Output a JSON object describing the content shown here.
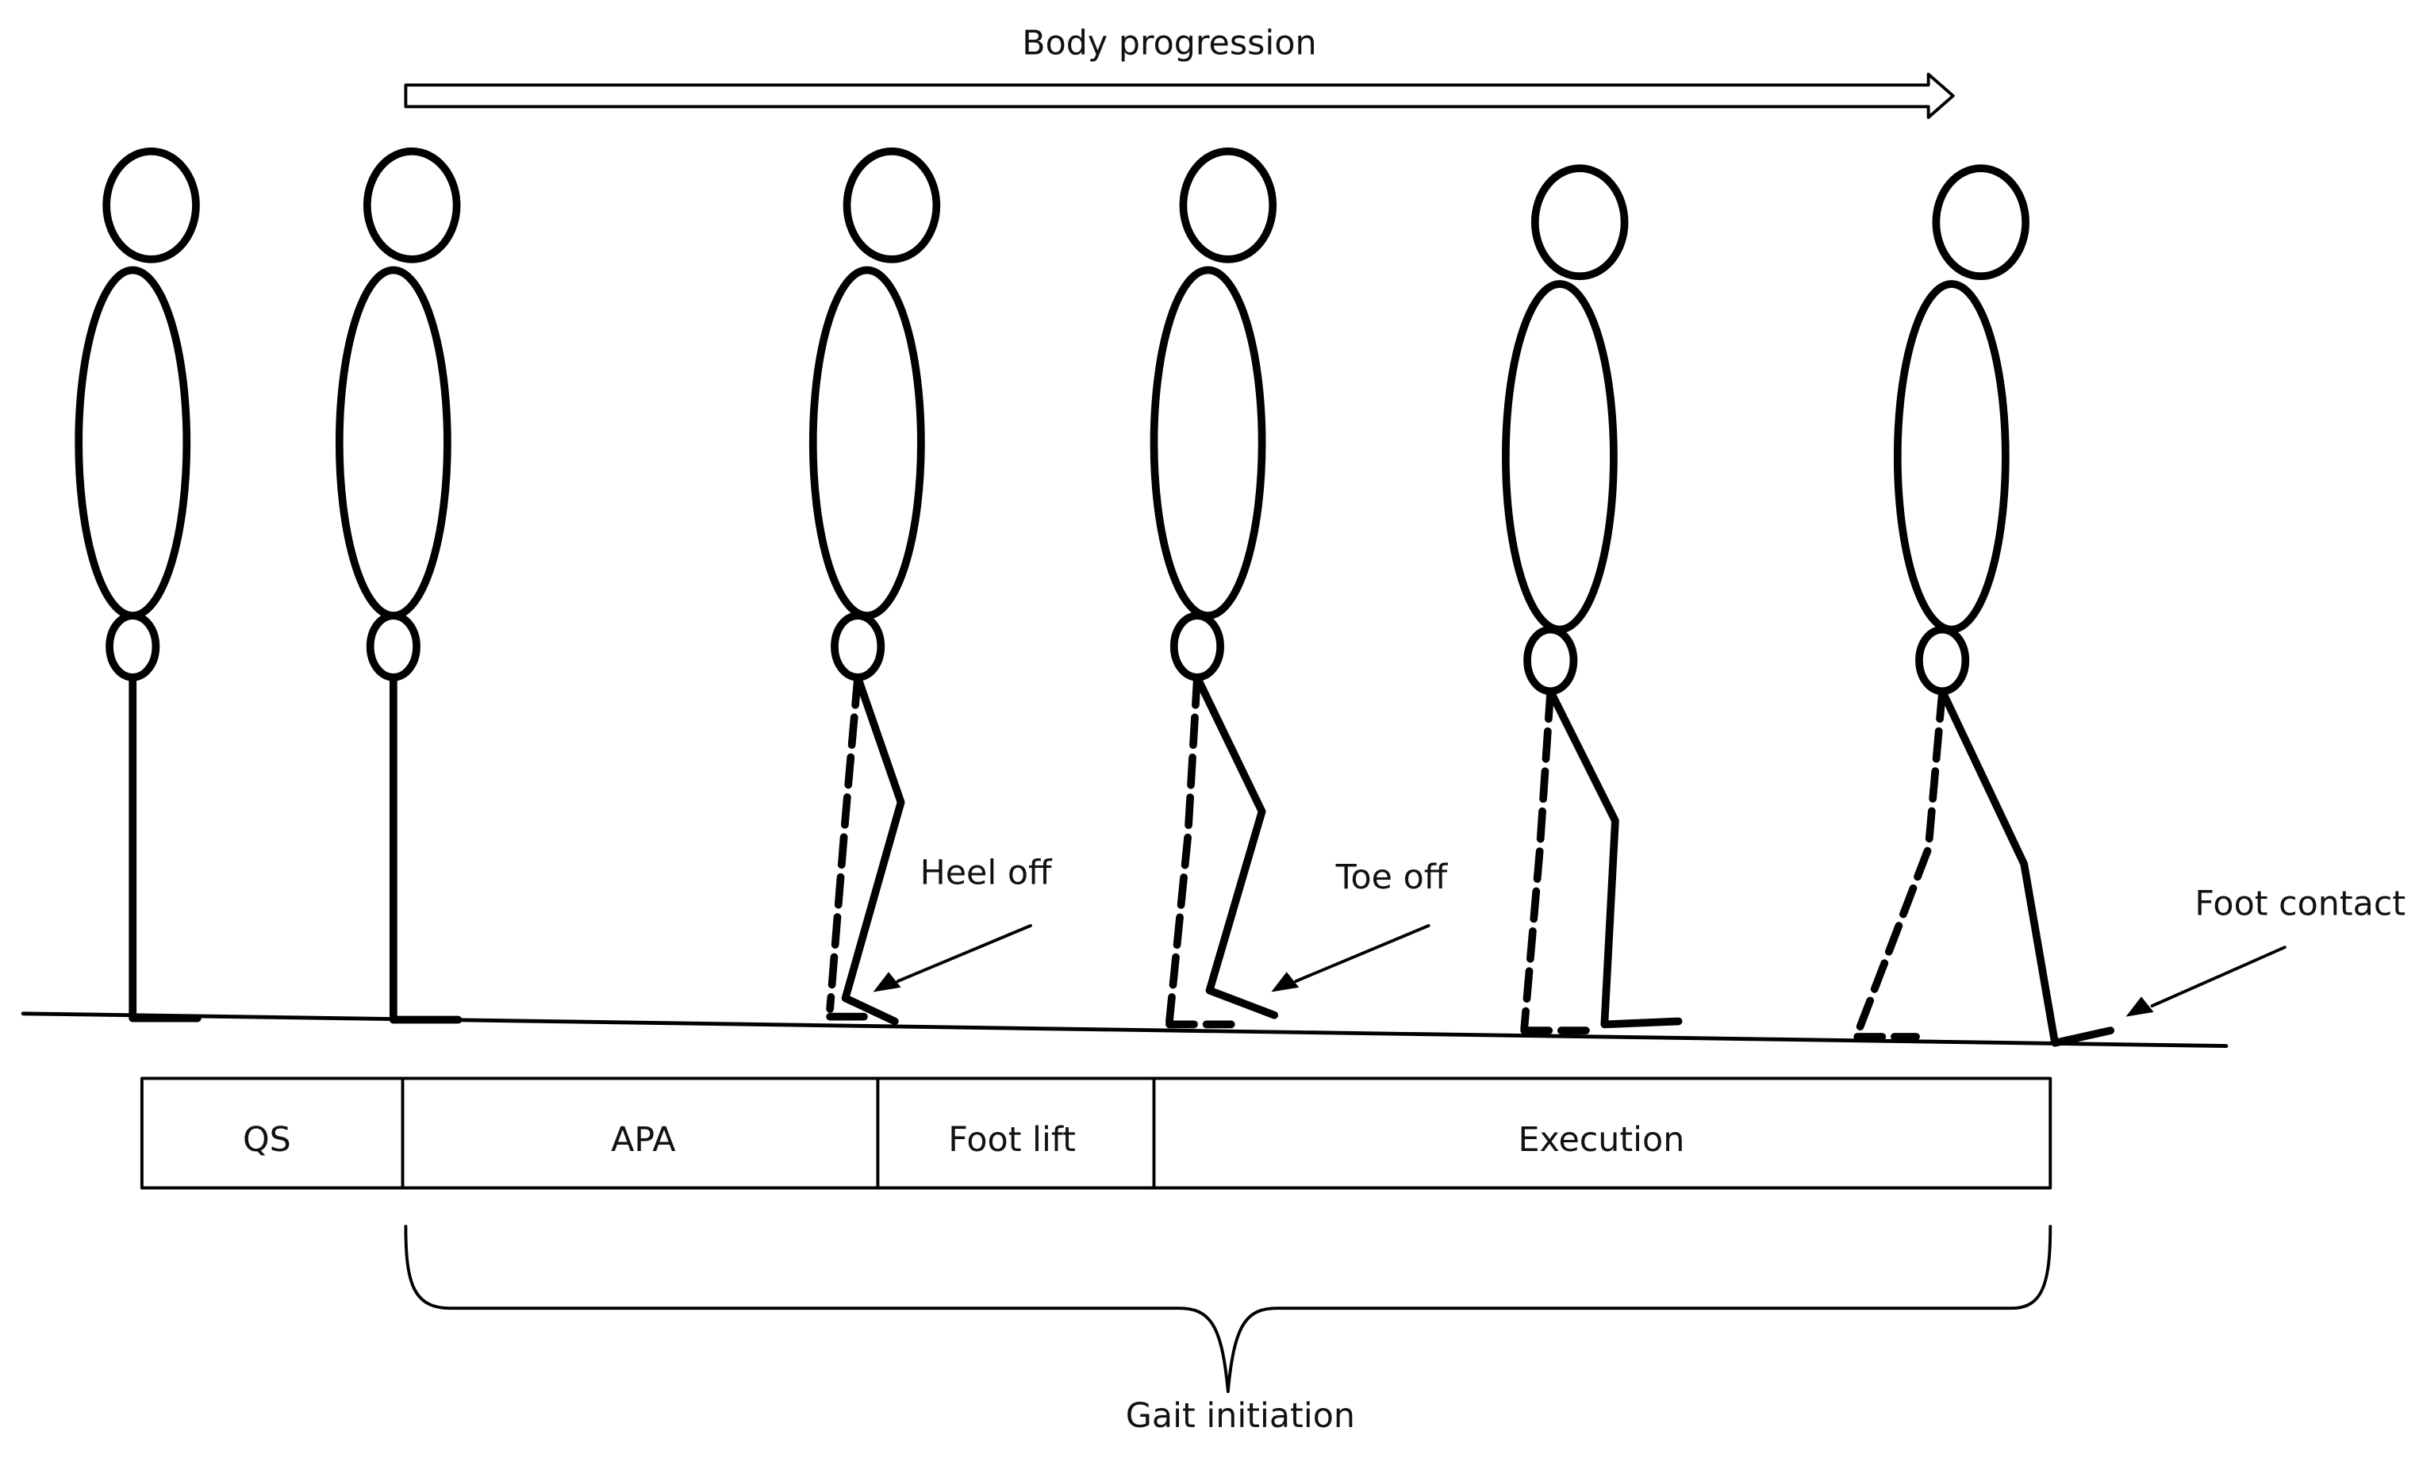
{
  "header": {
    "arrow_label": "Body progression"
  },
  "annotations": {
    "heel_off": "Heel off",
    "toe_off": "Toe off",
    "foot_contact": "Foot contact"
  },
  "phases": [
    {
      "label": "QS"
    },
    {
      "label": "APA"
    },
    {
      "label": "Foot lift"
    },
    {
      "label": "Execution"
    }
  ],
  "bracket_label": "Gait initiation",
  "colors": {
    "ink": "#000000",
    "background": "#ffffff"
  }
}
